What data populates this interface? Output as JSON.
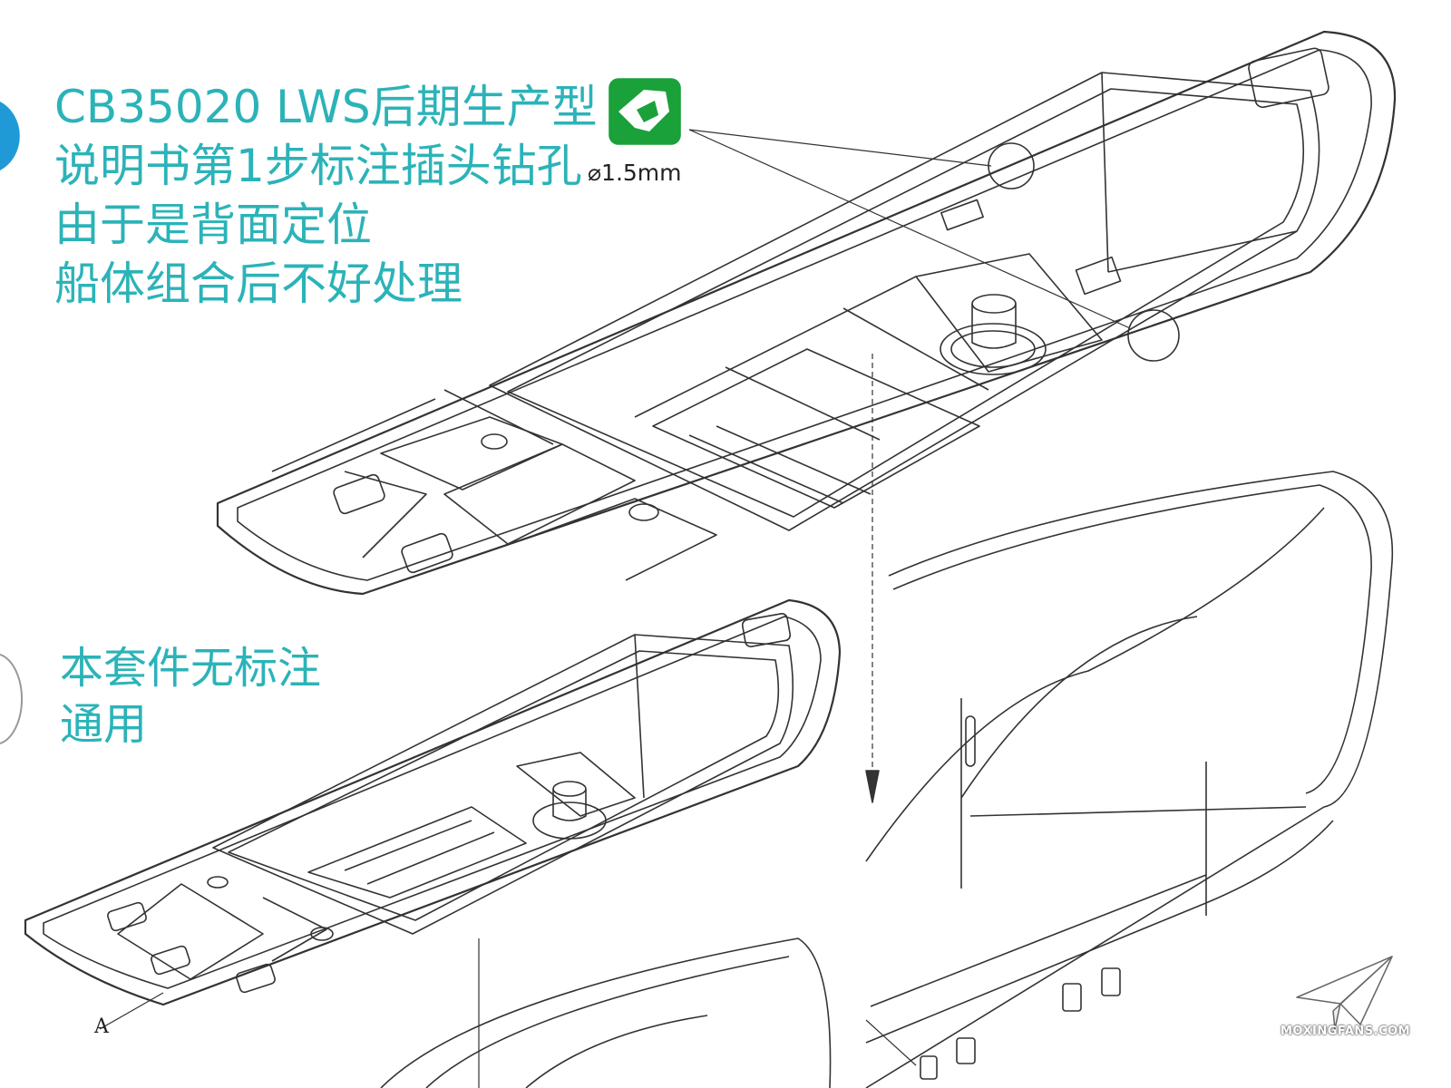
{
  "notes": {
    "top": [
      "CB35020 LWS后期生产型",
      "说明书第1步标注插头钻孔",
      "由于是背面定位",
      "船体组合后不好处理"
    ],
    "bottom": [
      "本套件无标注",
      "通用"
    ]
  },
  "drill_callout": {
    "label": "⌀1.5mm",
    "icon": "drill-icon",
    "icon_color": "#1aa13a"
  },
  "part_label": "A",
  "watermark": "MOXINGFANS.COM",
  "colors": {
    "note_text": "#2bb3b8",
    "accent_blue": "#1f9ad6"
  }
}
